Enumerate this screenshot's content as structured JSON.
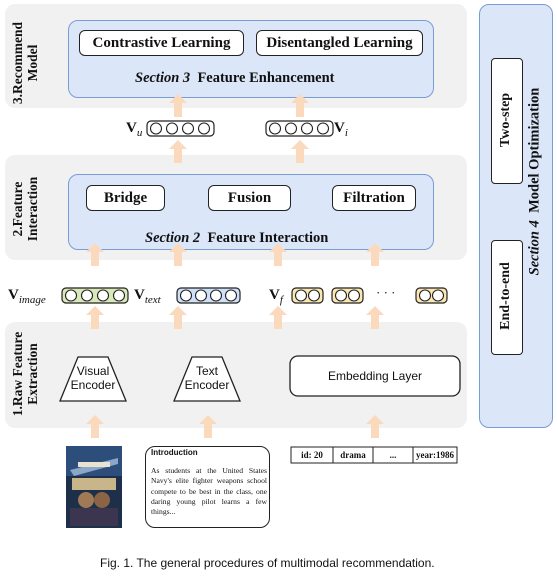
{
  "rows": {
    "recommend": "3.Recommend\nModel",
    "interaction": "2.Feature\nInteraction",
    "extraction": "1.Raw Feature\nExtraction"
  },
  "section3": {
    "num": "Section 3",
    "title": "Feature Enhancement",
    "modules": [
      "Contrastive Learning",
      "Disentangled Learning"
    ]
  },
  "section2": {
    "num": "Section 2",
    "title": "Feature Interaction",
    "modules": [
      "Bridge",
      "Fusion",
      "Filtration"
    ]
  },
  "vectors": {
    "vu": "V",
    "vu_sub": "u",
    "vi": "V",
    "vi_sub": "i",
    "vimage": "V",
    "vimage_sub": "image",
    "vtext": "V",
    "vtext_sub": "text",
    "vf": "V",
    "vf_sub": "f",
    "dots": "· · ·"
  },
  "encoders": {
    "visual": "Visual\nEncoder",
    "text": "Text\nEncoder",
    "embedding": "Embedding Layer"
  },
  "inputs": {
    "intro_title": "Introduction",
    "intro_body": "As students at the United States Navy's elite fighter weapons school compete to be best in the class, one daring young pilot learns a few things...",
    "id_cells": [
      "id: 20",
      "drama",
      "...",
      "year:1986"
    ]
  },
  "section4": {
    "label": "Section 4",
    "title": "Model Optimization",
    "two_step": "Two-step",
    "end_to_end": "End-to-end"
  },
  "caption": "Fig. 1.  The general procedures of multimodal recommendation.",
  "colors": {
    "band": "#f2f1f1",
    "section": "#dbe6f8",
    "arrow": "#fbd9bd",
    "green_vec": "#d8e8b8",
    "blue_vec": "#cfe0f6",
    "yellow_vec": "#fbe7b4"
  }
}
